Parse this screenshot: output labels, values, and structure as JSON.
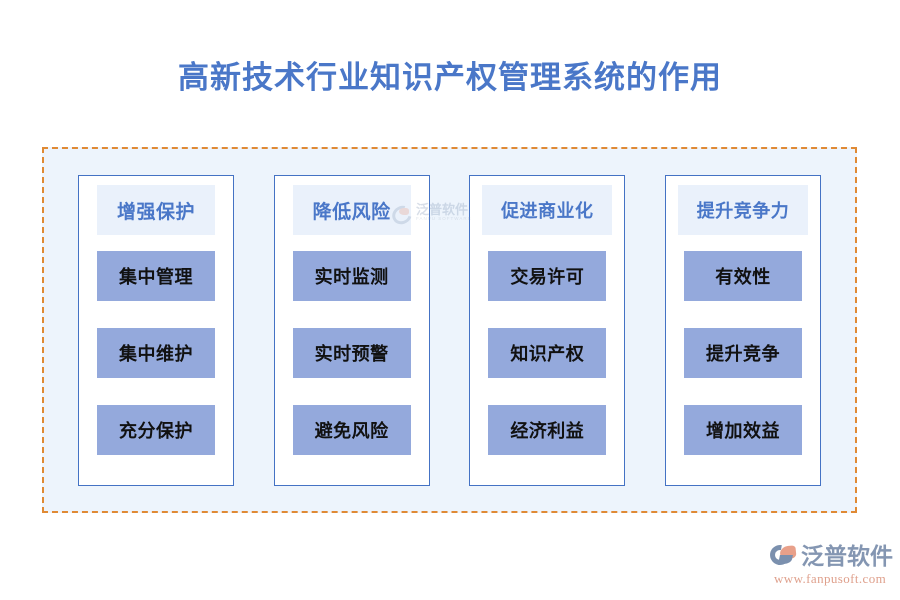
{
  "title": "高新技术行业知识产权管理系统的作用",
  "colors": {
    "title_text": "#4a77c8",
    "dashed_border": "#e08a34",
    "frame_background": "#edf4fc",
    "card_border": "#4472c4",
    "header_background": "#eaf1fb",
    "header_text": "#4a77c8",
    "item_background": "#94a9dc",
    "item_text": "#111111",
    "page_background": "#ffffff"
  },
  "columns": [
    {
      "header": "增强保护",
      "items": [
        "集中管理",
        "集中维护",
        "充分保护"
      ]
    },
    {
      "header": "降低风险",
      "items": [
        "实时监测",
        "实时预警",
        "避免风险"
      ]
    },
    {
      "header": "促进商业化",
      "items": [
        "交易许可",
        "知识产权",
        "经济利益"
      ]
    },
    {
      "header": "提升竞争力",
      "items": [
        "有效性",
        "提升竞争",
        "增加效益"
      ]
    }
  ],
  "watermark": {
    "name_cn": "泛普软件",
    "name_en": "FANPU SOFTWARE",
    "icon": "fanpu-swoosh-icon"
  },
  "brand": {
    "name_cn": "泛普软件",
    "url": "www.fanpusoft.com",
    "icon": "fanpu-swoosh-icon"
  }
}
